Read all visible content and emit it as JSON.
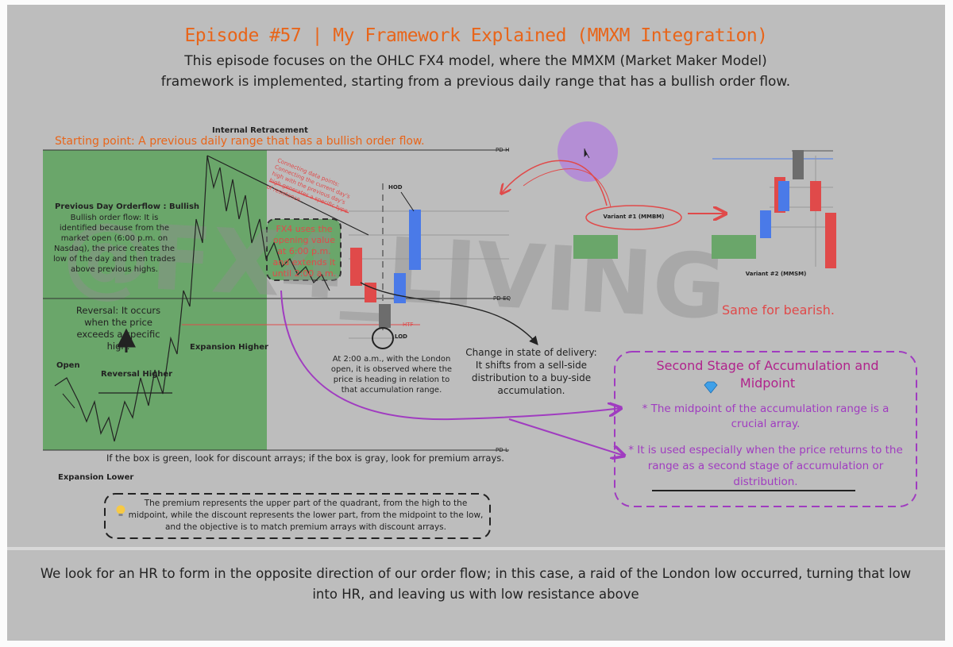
{
  "header": {
    "title": "Episode #57 | My Framework Explained (MMXM Integration)",
    "intro": "This episode focuses on the OHLC FX4 model, where the MMXM (Market Maker Model) framework is implemented, starting from a previous daily range that has a bullish order flow."
  },
  "diagram": {
    "starting_point": "Starting point: A previous daily range that has a bullish order flow.",
    "internal_retracement": "Internal Retracement",
    "watermark": "@FX4_LIVING",
    "prev_day_heading": "Previous Day Orderflow : Bullish",
    "prev_day_text": "Bullish order flow: It is identified because from the market open (6:00 p.m. on Nasdaq), the price creates the low of the day and then trades above previous highs.",
    "reversal_text": "Reversal: It occurs when the price exceeds a specific high.",
    "open_label": "Open",
    "reversal_higher": "Reversal Higher",
    "expansion_higher": "Expansion Higher",
    "expansion_lower": "Expansion Lower",
    "green_box_rule": "If the box is green, look for discount arrays; if the box is gray, look for premium arrays.",
    "level_labels": {
      "pdh": "PD-H",
      "pdeq": "PD-EQ",
      "pdl": "PD-L",
      "hod": "HOD",
      "htf": "HTF",
      "lod": "LOD"
    },
    "red_note": "Connecting data points: Connecting the current day's high with the previous day's high generates a specific type of resistance.",
    "fx4_box": "FX4 uses the opening value at 6:00 p.m. and extends it until 2:00 a.m.",
    "london_text": "At 2:00 a.m., with the London open, it is observed where the price is heading in relation to that accumulation range.",
    "change_state": "Change in state of delivery: It shifts from a sell-side distribution to a buy-side accumulation.",
    "variant1": "Variant #1 (MMBM)",
    "variant2": "Variant #2 (MMSM)",
    "same_bearish": "Same for bearish.",
    "second_stage": {
      "title": "Second Stage of Accumulation and Midpoint",
      "icon": "gem-icon",
      "point1": "* The midpoint of the accumulation range is a crucial array.",
      "point2": "* It is used especially when the price returns to the range as a second stage of accumulation or distribution."
    },
    "premium_note": {
      "icon": "lightbulb-icon",
      "text": "The premium represents the upper part of the quadrant, from the high to the midpoint, while the discount represents the lower part, from the midpoint to the low, and the objective is to match premium arrays with discount arrays."
    }
  },
  "footer": {
    "text": "We look for an HR to form in the opposite direction of our order flow; in this case, a raid of the London low occurred, turning that low into HR, and leaving us with low resistance above"
  },
  "colors": {
    "background": "#bdbdbd",
    "title_orange": "#e8651a",
    "green_zone": "#6aa66a",
    "purple": "#a03cc0",
    "red": "#e04a4a",
    "blue": "#4a7ae8",
    "watermark": "#8f8f8f"
  }
}
